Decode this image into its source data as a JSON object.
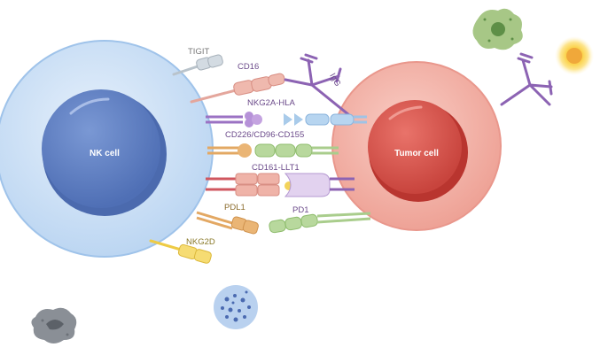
{
  "cells": {
    "nk": {
      "label": "NK cell"
    },
    "tumor": {
      "label": "Tumor cell"
    }
  },
  "receptors": {
    "tigit": "TIGIT",
    "cd16": "CD16",
    "igg": "IgG",
    "nkg2a_hla": "NKG2A-HLA",
    "cd226": "CD226/CD96-CD155",
    "cd161": "CD161-LLT1",
    "pdl1": "PDL1",
    "pd1": "PD1",
    "nkg2d": "NKG2D"
  },
  "colors": {
    "nk_membrane": "#cfe2f7",
    "nk_nucleus": "#5d7fc2",
    "tumor_membrane": "#f3b2a8",
    "tumor_nucleus": "#d9574f",
    "antibody": "#8c63b3",
    "green_protein": "#a9cd8c",
    "pink_protein": "#e8a49a",
    "yellow_protein": "#f3d35a",
    "orange_protein": "#e3a863",
    "blue_protein": "#a9cbea"
  },
  "icons": [
    "green-cell-icon",
    "sun-particle-icon",
    "gray-cell-icon",
    "blue-cell-icon"
  ]
}
